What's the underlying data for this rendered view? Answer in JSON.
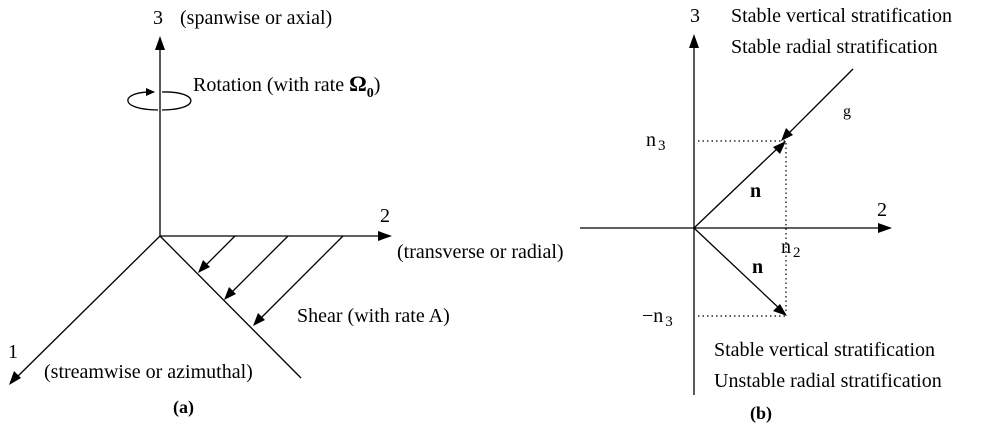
{
  "panel_a": {
    "caption": "(a)",
    "axis3_number": "3",
    "axis3_desc": "(spanwise or axial)",
    "axis2_number": "2",
    "axis2_desc": "(transverse or radial)",
    "axis1_number": "1",
    "axis1_desc": "(streamwise or azimuthal)",
    "rotation_label": "Rotation (with rate ",
    "rotation_symbol": "Ω",
    "rotation_sub": "0",
    "rotation_close": ")",
    "shear_label": "Shear (with rate A)"
  },
  "panel_b": {
    "caption": "(b)",
    "axis3_number": "3",
    "top_line1": "Stable vertical stratification",
    "top_line2": "Stable radial stratification",
    "g_label": "g",
    "n3_label": "n",
    "n3_sub": "3",
    "neg_n3_label": "−n",
    "neg_n3_sub": "3",
    "n_upper": "n",
    "n_lower": "n",
    "axis2_number": "2",
    "n2_label": "n",
    "n2_sub": "2",
    "bottom_line1": "Stable vertical stratification",
    "bottom_line2": "Unstable radial stratification"
  }
}
